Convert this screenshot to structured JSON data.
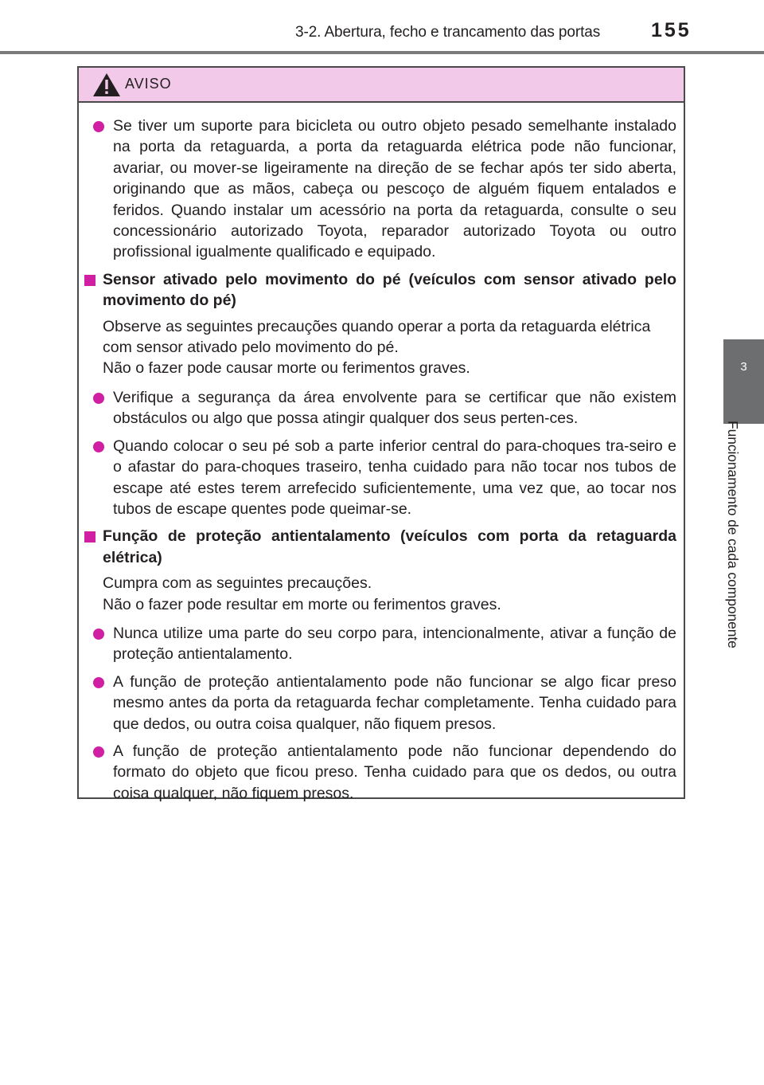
{
  "header": {
    "section_title": "3-2. Abertura, fecho e trancamento das portas",
    "page_number": "155"
  },
  "side_tab": {
    "chapter_number": "3",
    "chapter_title": "Funcionamento de cada componente"
  },
  "warning": {
    "icon": "warning-triangle-icon",
    "title": "AVISO",
    "accent_color": "#d11fa3",
    "header_color": "#f2c9e9",
    "bullet_1": "Se tiver um suporte para bicicleta ou outro objeto pesado semelhante instalado na porta da retaguarda, a porta da retaguarda elétrica pode não funcionar, avariar, ou mover-se ligeiramente na direção de se fechar após ter sido aberta, originando que as mãos, cabeça ou pescoço de alguém fiquem entalados e feridos. Quando instalar um acessório na porta da retaguarda, consulte o seu concessionário autorizado Toyota, reparador autorizado Toyota ou outro profissional igualmente qualificado e equipado.",
    "section_1": {
      "heading": "Sensor ativado pelo movimento do pé (veículos com sensor ativado pelo movimento do pé)",
      "intro": [
        "Observe as seguintes precauções quando operar a porta da retaguarda elétrica com sensor ativado pelo movimento do pé.",
        "Não o fazer pode causar morte ou ferimentos graves."
      ],
      "bullets": [
        "Verifique a segurança da área envolvente para se certificar que não existem obstáculos ou algo que possa atingir qualquer dos seus perten-ces.",
        "Quando colocar o seu pé sob a parte inferior central do para-choques tra-seiro e o afastar do para-choques traseiro, tenha cuidado para não tocar nos tubos de escape até estes terem arrefecido suficientemente, uma vez que, ao tocar nos tubos de escape quentes pode queimar-se."
      ]
    },
    "section_2": {
      "heading": "Função de proteção antientalamento (veículos com porta da retaguarda elétrica)",
      "intro": [
        "Cumpra com as seguintes precauções.",
        "Não o fazer pode resultar em morte ou ferimentos graves."
      ],
      "bullets": [
        "Nunca utilize uma parte do seu corpo para, intencionalmente, ativar a função de proteção antientalamento.",
        "A função de proteção antientalamento pode não funcionar se algo ficar preso mesmo antes da porta da retaguarda fechar completamente. Tenha cuidado para que dedos, ou outra coisa qualquer, não fiquem presos.",
        "A função de proteção antientalamento pode não funcionar dependendo do formato do objeto que ficou preso. Tenha cuidado para que os dedos, ou outra coisa qualquer, não fiquem presos."
      ]
    }
  }
}
